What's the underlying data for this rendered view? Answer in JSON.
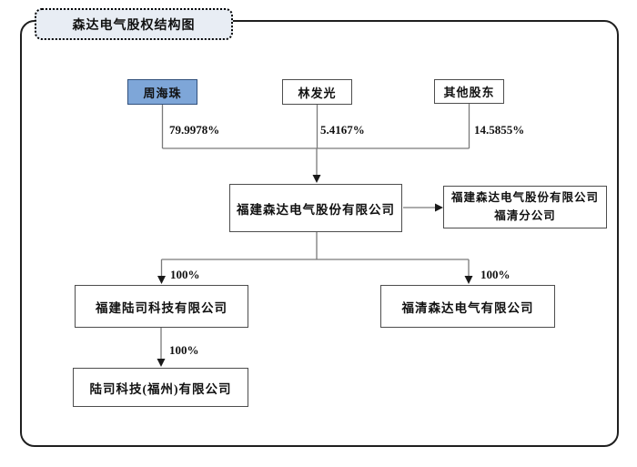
{
  "title": "森达电气股权结构图",
  "shareholders": [
    {
      "name": "周海珠",
      "pct": "79.9978%"
    },
    {
      "name": "林发光",
      "pct": "5.4167%"
    },
    {
      "name": "其他股东",
      "pct": "14.5855%"
    }
  ],
  "company": {
    "name": "福建森达电气股份有限公司"
  },
  "branch": {
    "line1": "福建森达电气股份有限公司",
    "line2": "福清分公司"
  },
  "subsidiaries": [
    {
      "name": "福建陆司科技有限公司",
      "pct": "100%"
    },
    {
      "name": "福清森达电气有限公司",
      "pct": "100%"
    }
  ],
  "grandchild": {
    "name": "陆司科技(福州)有限公司",
    "pct": "100%"
  },
  "colors": {
    "highlight_fill": "#7ea6d8",
    "highlight_border": "#31507c",
    "title_fill": "#e8edf4",
    "box_border": "#4d4d4d",
    "line": "#7a7a7a",
    "arrow": "#1a1a1a"
  }
}
